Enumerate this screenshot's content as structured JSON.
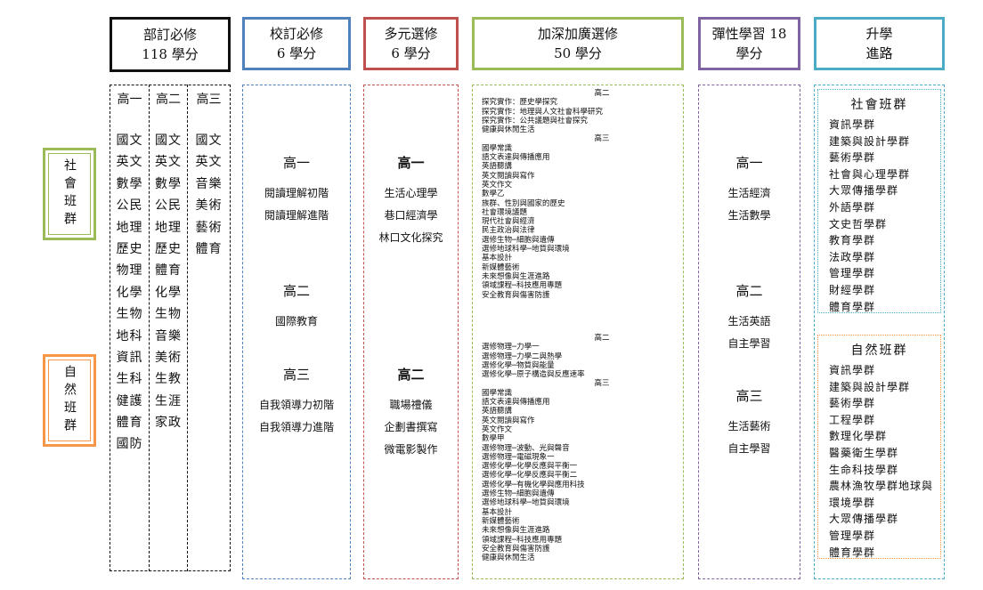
{
  "headers": [
    {
      "line1": "部訂必修",
      "line2": "118 學分",
      "color": "#111111"
    },
    {
      "line1": "校訂必修",
      "line2": "6 學分",
      "color": "#4f81bd"
    },
    {
      "line1": "多元選修",
      "line2": "6 學分",
      "color": "#c0504d"
    },
    {
      "line1": "加深加廣選修",
      "line2": "50 學分",
      "color": "#9bbb59"
    },
    {
      "line1": "彈性學習 18",
      "line2": "學分",
      "color": "#8064a2"
    },
    {
      "line1": "升學",
      "line2": "進路",
      "color": "#4bacc6"
    }
  ],
  "groups": [
    {
      "label": "社會班群",
      "color": "#9bbb59"
    },
    {
      "label": "自然班群",
      "color": "#f79646"
    }
  ],
  "required": {
    "columns": [
      {
        "level": "高一",
        "subjects": [
          "國文",
          "英文",
          "數學",
          "公民",
          "地理",
          "歷史",
          "物理",
          "化學",
          "生物",
          "地科",
          "資訊",
          "生科",
          "健護",
          "體育",
          "國防"
        ]
      },
      {
        "level": "高二",
        "subjects": [
          "國文",
          "英文",
          "數學",
          "公民",
          "地理",
          "歷史",
          "體育",
          "化學",
          "生物",
          "音樂",
          "美術",
          "生教",
          "生涯",
          "家政"
        ]
      },
      {
        "level": "高三",
        "subjects": [
          "國文",
          "英文",
          "音樂",
          "美術",
          "藝術",
          "體育"
        ]
      }
    ]
  },
  "school_required": {
    "blocks": [
      {
        "level": "高一",
        "items": [
          "閱讀理解初階",
          "閱讀理解進階"
        ]
      },
      {
        "level": "高二",
        "items": [
          "國際教育"
        ]
      },
      {
        "level": "高三",
        "items": [
          "自我領導力初階",
          "自我領導力進階"
        ]
      }
    ]
  },
  "multi_elective": {
    "blocks": [
      {
        "level": "高一",
        "items": [
          "生活心理學",
          "巷口經濟學",
          "林口文化探究"
        ]
      },
      {
        "level": "高二",
        "items": [
          "職場禮儀",
          "企劃書撰寫",
          "微電影製作"
        ]
      }
    ]
  },
  "advanced": {
    "social": {
      "grade2": "高二",
      "grade2_items": [
        "探究實作：歷史學探究",
        "探究實作：地理與人文社會科學研究",
        "探究實作：公共議題與社會探究",
        "健康與休閒生活"
      ],
      "grade3": "高三",
      "grade3_items": [
        "國學常識",
        "語文表達與傳播應用",
        "英語聽講",
        "英文閱讀與寫作",
        "英文作文",
        "數學乙",
        "族群、性別與國家的歷史",
        "社會環境議題",
        "現代社會與經濟",
        "民主政治與法律",
        "選修生物─細胞與遺傳",
        "選修地球科學─地質與環境",
        "基本設計",
        "新媒體藝術",
        "未來想像與生涯進路",
        "領域課程─科技應用專題",
        "安全教育與傷害防護"
      ]
    },
    "science": {
      "grade2": "高二",
      "grade2_items": [
        "選修物理─力學一",
        "選修物理─力學二與熱學",
        "選修化學─物質與能量",
        "選修化學─原子構造與反應速率"
      ],
      "grade3": "高三",
      "grade3_items": [
        "國學常識",
        "語文表達與傳播應用",
        "英語聽講",
        "英文閱讀與寫作",
        "英文作文",
        "數學甲",
        "選修物理─波動、光與聲音",
        "選修物理─電磁現象一",
        "選修化學─化學反應與平衡一",
        "選修化學─化學反應與平衡二",
        "選修化學─有機化學與應用科技",
        "選修生物─細胞與遺傳",
        "選修地球科學─地質與環境",
        "基本設計",
        "新媒體藝術",
        "未來想像與生涯進路",
        "領域課程─科技應用專題",
        "安全教育與傷害防護",
        "健康與休閒生活"
      ]
    }
  },
  "flexible": {
    "blocks": [
      {
        "level": "高一",
        "items": [
          "生活經濟",
          "生活數學"
        ]
      },
      {
        "level": "高二",
        "items": [
          "生活英語",
          "自主學習"
        ]
      },
      {
        "level": "高三",
        "items": [
          "生活藝術",
          "自主學習"
        ]
      }
    ]
  },
  "pathways": {
    "social": {
      "title": "社會班群",
      "items": [
        "資訊學群",
        "建築與設計學群",
        "藝術學群",
        "社會與心理學群",
        "大眾傳播學群",
        "外語學群",
        "文史哲學群",
        "教育學群",
        "法政學群",
        "管理學群",
        "財經學群",
        "體育學群"
      ]
    },
    "science": {
      "title": "自然班群",
      "items": [
        "資訊學群",
        "建築與設計學群",
        "藝術學群",
        "工程學群",
        "數理化學群",
        "醫藥衛生學群",
        "生命科技學群",
        "農林漁牧學群地球與",
        "環境學群",
        "大眾傳播學群",
        "管理學群",
        "體育學群"
      ]
    }
  }
}
